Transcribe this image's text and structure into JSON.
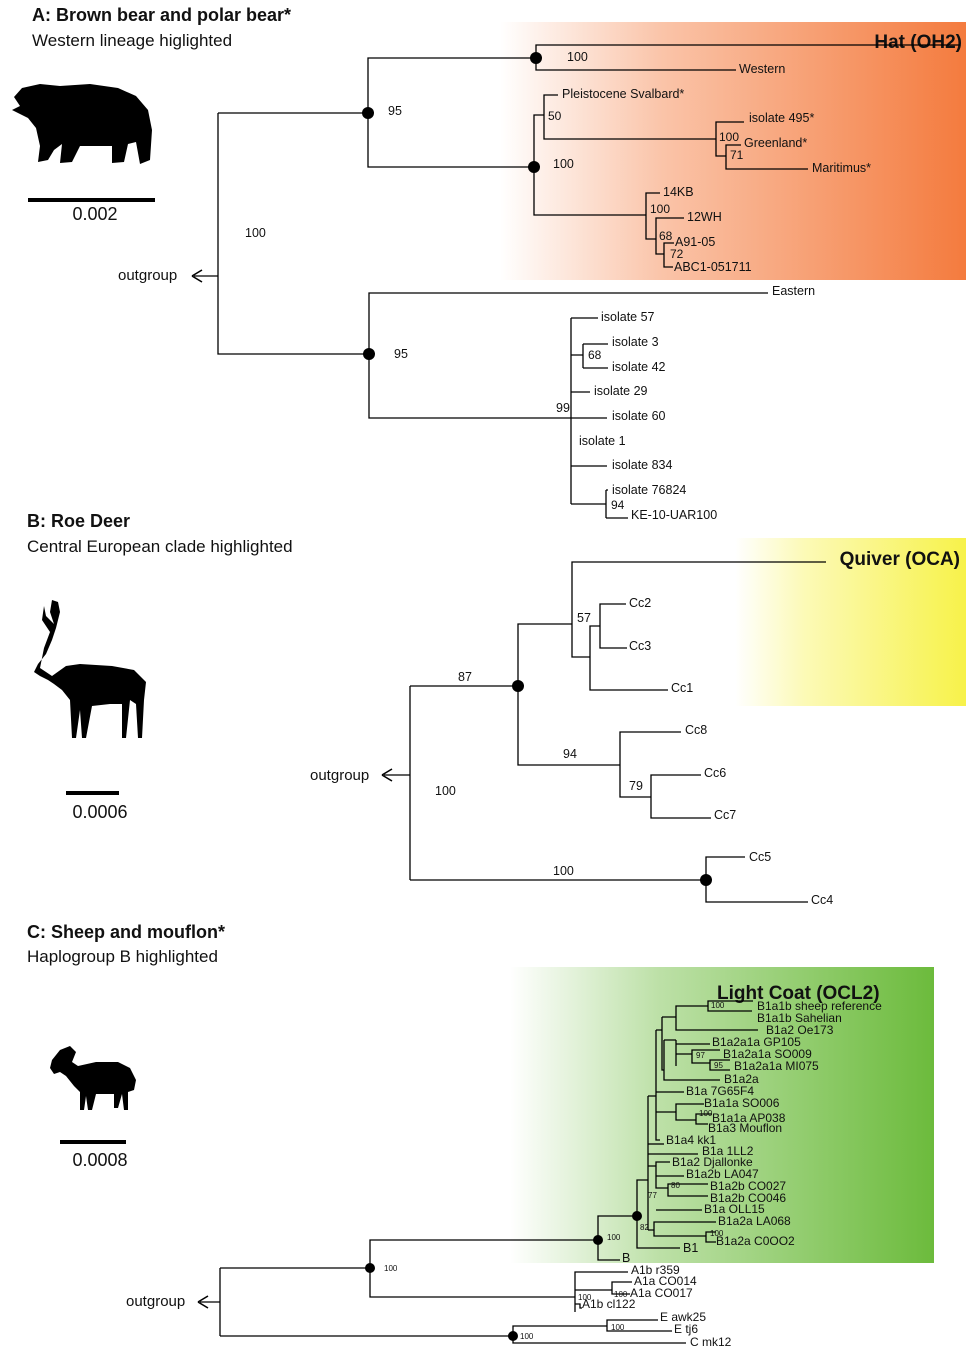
{
  "panels": [
    {
      "id": "A",
      "title": "A: Brown bear and polar bear*",
      "subtitle": "Western lineage higlighted",
      "scale_label": "0.002",
      "outgroup_label": "outgroup",
      "highlight_label": "Hat (OH2)",
      "animal_icon": "bear-silhouette-icon",
      "highlight_color": "#f47b3e"
    },
    {
      "id": "B",
      "title": "B: Roe Deer",
      "subtitle": "Central European clade highlighted",
      "scale_label": "0.0006",
      "outgroup_label": "outgroup",
      "highlight_label": "Quiver (OCA)",
      "animal_icon": "deer-silhouette-icon",
      "highlight_color": "#f7f24a"
    },
    {
      "id": "C",
      "title": "C: Sheep and mouflon*",
      "subtitle": "Haplogroup B highlighted",
      "scale_label": "0.0008",
      "outgroup_label": "outgroup",
      "highlight_label": "Light Coat (OCL2)",
      "animal_icon": "sheep-silhouette-icon",
      "highlight_color": "#6cbb3c"
    }
  ],
  "tree_a": {
    "taxa": [
      "Western",
      "Pleistocene Svalbard*",
      "isolate 495*",
      "Greenland*",
      "Maritimus*",
      "14KB",
      "12WH",
      "A91-05",
      "ABC1-051711",
      "Eastern",
      "isolate 57",
      "isolate 3",
      "isolate 42",
      "isolate 29",
      "isolate 60",
      "isolate 1",
      "isolate 834",
      "isolate 76824",
      "KE-10-UAR100"
    ],
    "support": [
      "100",
      "95",
      "50",
      "100",
      "71",
      "100",
      "100",
      "68",
      "72",
      "100",
      "95",
      "68",
      "99",
      "94"
    ]
  },
  "tree_b": {
    "taxa": [
      "Cc2",
      "Cc3",
      "Cc1",
      "Cc8",
      "Cc6",
      "Cc7",
      "Cc5",
      "Cc4"
    ],
    "support": [
      "57",
      "87",
      "94",
      "79",
      "100",
      "100"
    ]
  },
  "tree_c": {
    "taxa": [
      "B1a1b sheep reference",
      "B1a1b Sahelian",
      "B1a2 Oe173",
      "B1a2a1a GP105",
      "B1a2a1a SO009",
      "B1a2a1a MI075",
      "B1a2a",
      "B1a 7G65F4",
      "B1a1a SO006",
      "B1a1a AP038",
      "B1a3 Mouflon",
      "B1a4 kk1",
      "B1a 1LL2",
      "B1a2 Djallonke",
      "B1a2b LA047",
      "B1a2b CO027",
      "B1a2b CO046",
      "B1a OLL15",
      "B1a2a LA068",
      "B1a2a C0OO2",
      "B1",
      "B",
      "A1b r359",
      "A1a CO014",
      "A1a CO017",
      "A1b cl122",
      "E awk25",
      "E tj6",
      "C mk12"
    ],
    "support": [
      "100",
      "97",
      "95",
      "100",
      "80",
      "77",
      "82",
      "100",
      "100",
      "100",
      "100",
      "100",
      "100"
    ]
  }
}
